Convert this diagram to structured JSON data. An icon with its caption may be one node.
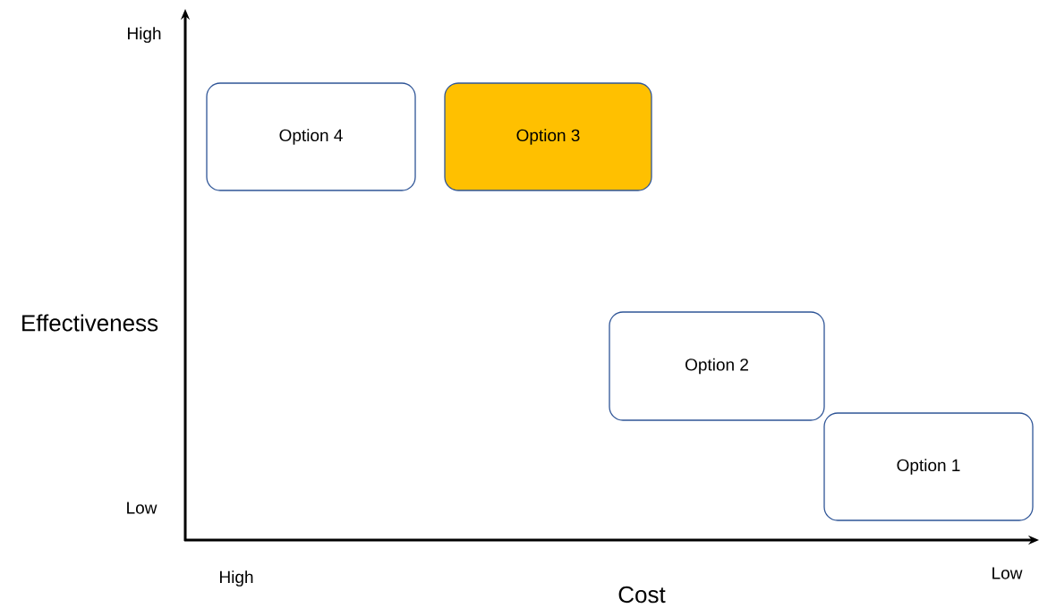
{
  "diagram": {
    "nodes": [
      {
        "text": [
          "Option 4"
        ]
      },
      {
        "text": [
          "Option 3"
        ]
      },
      {
        "text": [
          "Option 2"
        ]
      },
      {
        "text": [
          "Option 1"
        ]
      }
    ],
    "labels": [
      "High",
      "Effectiveness",
      "Low",
      "High",
      "Low",
      "Cost"
    ]
  }
}
